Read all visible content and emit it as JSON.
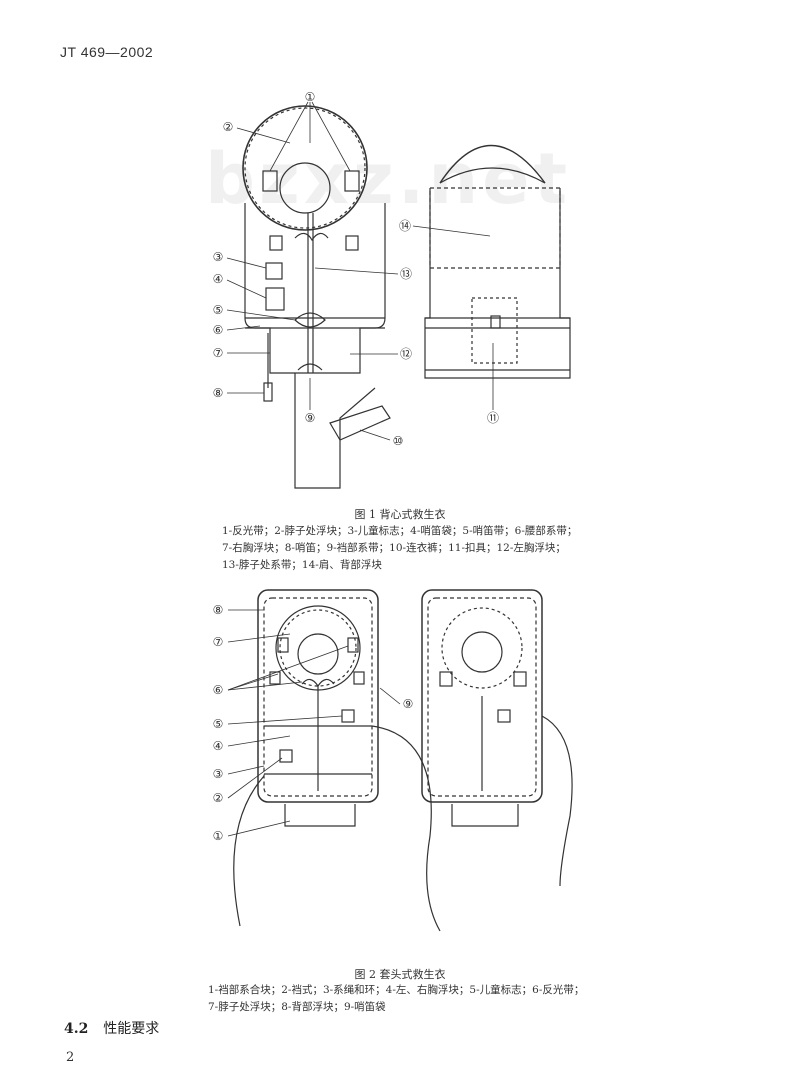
{
  "header": {
    "code": "JT 469—2002"
  },
  "watermark": "bzxz.net",
  "figure1": {
    "caption": "图 1  背心式救生衣",
    "legend": "1-反光带；2-脖子处浮块；3-儿童标志；4-哨笛袋；5-哨笛带；6-腰部系带；7-右胸浮块；8-哨笛；9-裆部系带；10-连衣裤；11-扣具；12-左胸浮块；13-脖子处系带；14-肩、背部浮块",
    "callouts": [
      "①",
      "②",
      "③",
      "④",
      "⑤",
      "⑥",
      "⑦",
      "⑧",
      "⑨",
      "⑩",
      "⑪",
      "⑫",
      "⑬",
      "⑭"
    ]
  },
  "figure2": {
    "caption": "图 2  套头式救生衣",
    "legend": "1-裆部系合块；2-裆式；3-系绳和环；4-左、右胸浮块；5-儿童标志；6-反光带；7-脖子处浮块；8-背部浮块；9-哨笛袋",
    "callouts": [
      "①",
      "②",
      "③",
      "④",
      "⑤",
      "⑥",
      "⑦",
      "⑧",
      "⑨"
    ]
  },
  "section": {
    "number": "4.2",
    "title": "性能要求"
  },
  "page_number": "2"
}
